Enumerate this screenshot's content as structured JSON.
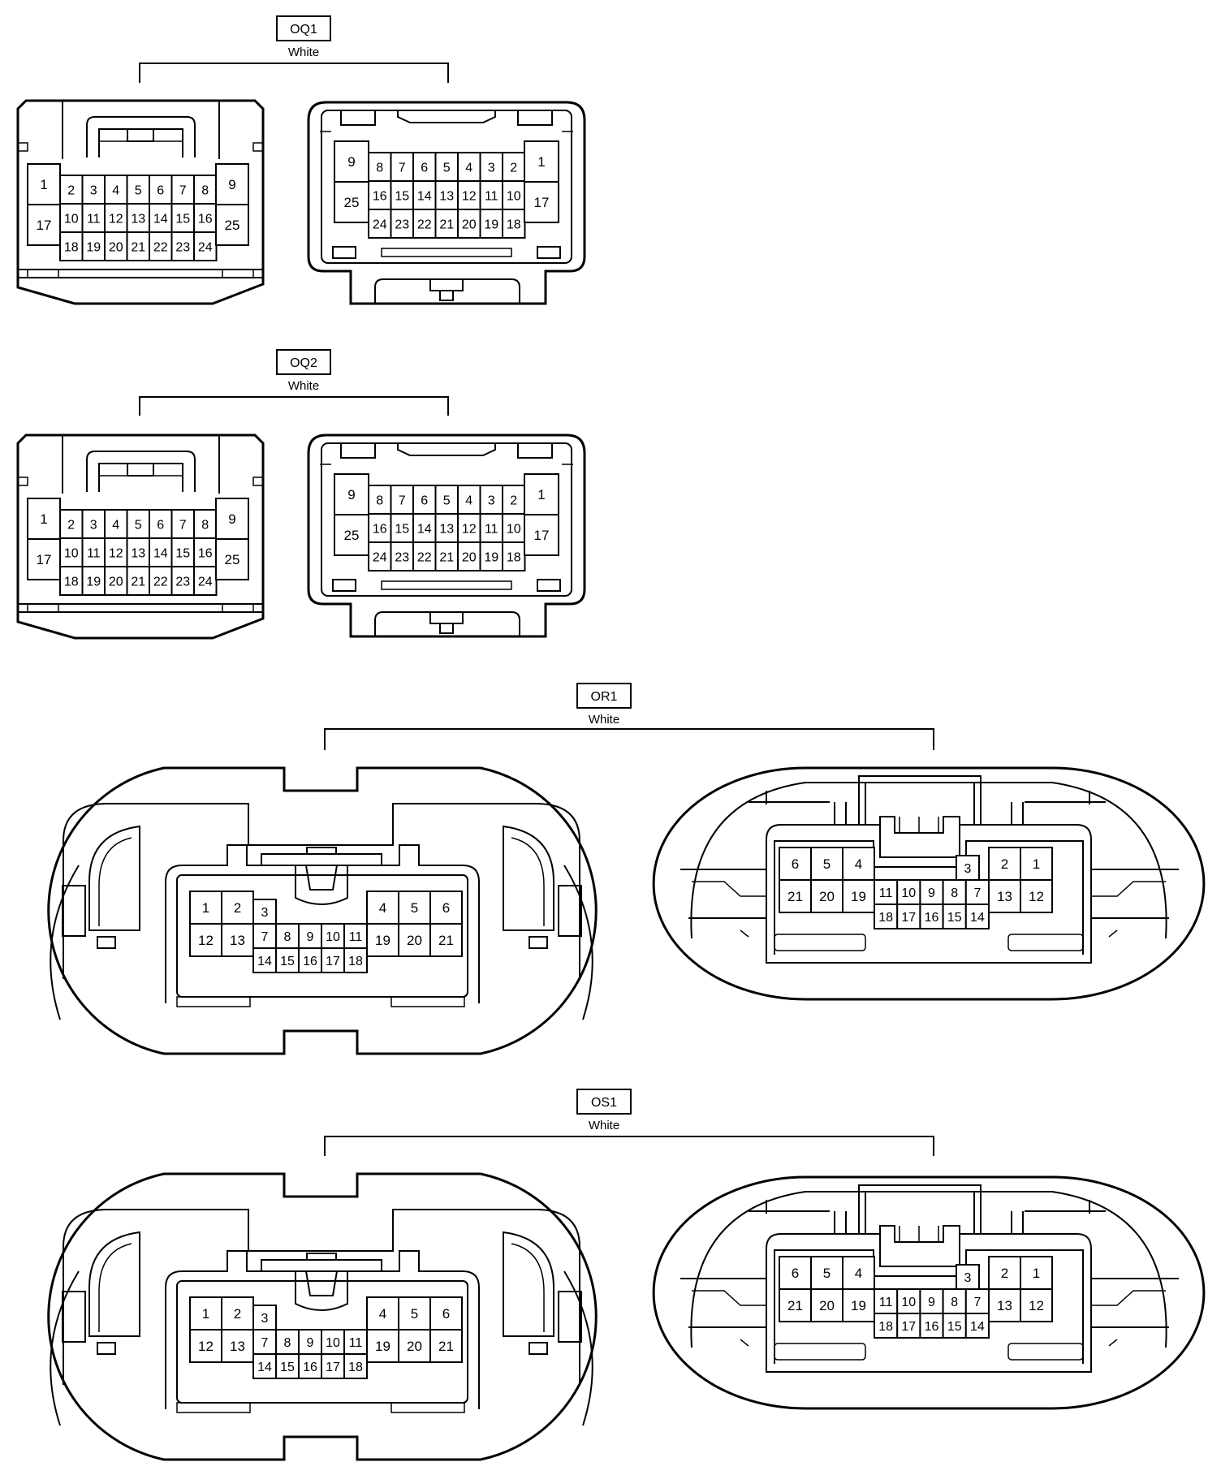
{
  "connectors": [
    {
      "id": "OQ1",
      "color": "White",
      "left_view": {
        "side_top": [
          "1",
          "9"
        ],
        "side_bottom": [
          "17",
          "25"
        ],
        "row1": [
          "2",
          "3",
          "4",
          "5",
          "6",
          "7",
          "8"
        ],
        "row2": [
          "10",
          "11",
          "12",
          "13",
          "14",
          "15",
          "16"
        ],
        "row3": [
          "18",
          "19",
          "20",
          "21",
          "22",
          "23",
          "24"
        ]
      },
      "right_view": {
        "side_top": [
          "9",
          "1"
        ],
        "side_bottom": [
          "25",
          "17"
        ],
        "row1": [
          "8",
          "7",
          "6",
          "5",
          "4",
          "3",
          "2"
        ],
        "row2": [
          "16",
          "15",
          "14",
          "13",
          "12",
          "11",
          "10"
        ],
        "row3": [
          "24",
          "23",
          "22",
          "21",
          "20",
          "19",
          "18"
        ]
      }
    },
    {
      "id": "OQ2",
      "color": "White",
      "left_view": {
        "side_top": [
          "1",
          "9"
        ],
        "side_bottom": [
          "17",
          "25"
        ],
        "row1": [
          "2",
          "3",
          "4",
          "5",
          "6",
          "7",
          "8"
        ],
        "row2": [
          "10",
          "11",
          "12",
          "13",
          "14",
          "15",
          "16"
        ],
        "row3": [
          "18",
          "19",
          "20",
          "21",
          "22",
          "23",
          "24"
        ]
      },
      "right_view": {
        "side_top": [
          "9",
          "1"
        ],
        "side_bottom": [
          "25",
          "17"
        ],
        "row1": [
          "8",
          "7",
          "6",
          "5",
          "4",
          "3",
          "2"
        ],
        "row2": [
          "16",
          "15",
          "14",
          "13",
          "12",
          "11",
          "10"
        ],
        "row3": [
          "24",
          "23",
          "22",
          "21",
          "20",
          "19",
          "18"
        ]
      }
    },
    {
      "id": "OR1",
      "color": "White",
      "left_view": {
        "left_top": [
          "1",
          "2"
        ],
        "left_bottom": [
          "12",
          "13"
        ],
        "mid_top": [
          "3"
        ],
        "mid_row": [
          "7",
          "8",
          "9",
          "10",
          "11"
        ],
        "mid_bottom": [
          "14",
          "15",
          "16",
          "17",
          "18"
        ],
        "right_top": [
          "4",
          "5",
          "6"
        ],
        "right_bottom": [
          "19",
          "20",
          "21"
        ]
      },
      "right_view": {
        "left_top": [
          "6",
          "5",
          "4"
        ],
        "left_bottom": [
          "21",
          "20",
          "19"
        ],
        "mid_top": [
          "3"
        ],
        "mid_row": [
          "11",
          "10",
          "9",
          "8",
          "7"
        ],
        "mid_bottom": [
          "18",
          "17",
          "16",
          "15",
          "14"
        ],
        "right_top": [
          "2",
          "1"
        ],
        "right_bottom": [
          "13",
          "12"
        ]
      }
    },
    {
      "id": "OS1",
      "color": "White",
      "left_view": {
        "left_top": [
          "1",
          "2"
        ],
        "left_bottom": [
          "12",
          "13"
        ],
        "mid_top": [
          "3"
        ],
        "mid_row": [
          "7",
          "8",
          "9",
          "10",
          "11"
        ],
        "mid_bottom": [
          "14",
          "15",
          "16",
          "17",
          "18"
        ],
        "right_top": [
          "4",
          "5",
          "6"
        ],
        "right_bottom": [
          "19",
          "20",
          "21"
        ]
      },
      "right_view": {
        "left_top": [
          "6",
          "5",
          "4"
        ],
        "left_bottom": [
          "21",
          "20",
          "19"
        ],
        "mid_top": [
          "3"
        ],
        "mid_row": [
          "11",
          "10",
          "9",
          "8",
          "7"
        ],
        "mid_bottom": [
          "18",
          "17",
          "16",
          "15",
          "14"
        ],
        "right_top": [
          "2",
          "1"
        ],
        "right_bottom": [
          "13",
          "12"
        ]
      }
    }
  ]
}
